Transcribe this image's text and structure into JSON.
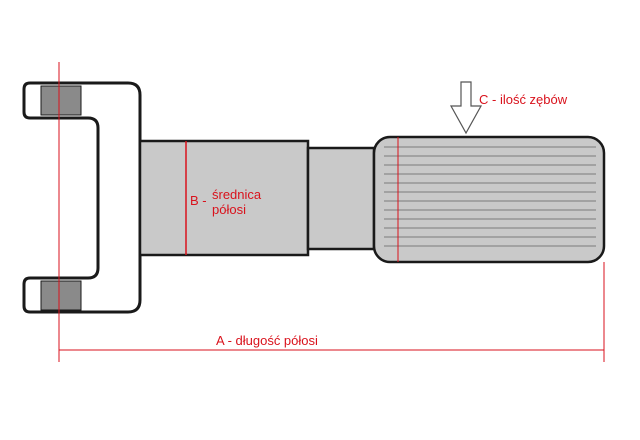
{
  "labels": {
    "length": "A - długość półosi",
    "diameter_line1": "B -",
    "diameter_line2": "średnica",
    "diameter_line3": "półosi",
    "teeth": "C - ilość zębów"
  },
  "colors": {
    "outline": "#1a1a1a",
    "shaft_fill": "#c9c9c9",
    "bushing_fill": "#8a8a8a",
    "annotation": "#d9121c",
    "arrow_outline": "#555555",
    "spline_line": "#7a7a7a"
  }
}
